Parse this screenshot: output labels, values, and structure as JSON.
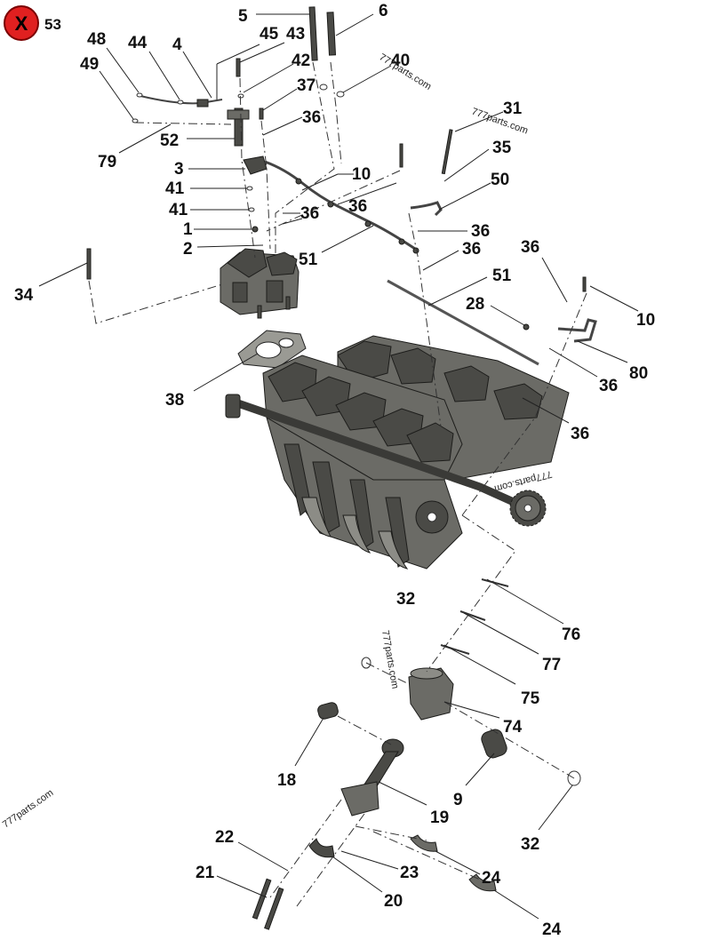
{
  "badge": {
    "symbol": "X",
    "number": "53",
    "color": "#e02020"
  },
  "watermark": "777parts.com",
  "callouts": [
    {
      "id": "c5",
      "text": "5"
    },
    {
      "id": "c6",
      "text": "6"
    },
    {
      "id": "c45",
      "text": "45"
    },
    {
      "id": "c43",
      "text": "43"
    },
    {
      "id": "c48",
      "text": "48"
    },
    {
      "id": "c44",
      "text": "44"
    },
    {
      "id": "c4",
      "text": "4"
    },
    {
      "id": "c42",
      "text": "42"
    },
    {
      "id": "c40",
      "text": "40"
    },
    {
      "id": "c49",
      "text": "49"
    },
    {
      "id": "c37",
      "text": "37"
    },
    {
      "id": "c36a",
      "text": "36"
    },
    {
      "id": "c31",
      "text": "31"
    },
    {
      "id": "c52",
      "text": "52"
    },
    {
      "id": "c35",
      "text": "35"
    },
    {
      "id": "c79",
      "text": "79"
    },
    {
      "id": "c3",
      "text": "3"
    },
    {
      "id": "c10a",
      "text": "10"
    },
    {
      "id": "c50",
      "text": "50"
    },
    {
      "id": "c41a",
      "text": "41"
    },
    {
      "id": "c41b",
      "text": "41"
    },
    {
      "id": "c36b",
      "text": "36"
    },
    {
      "id": "c36c",
      "text": "36"
    },
    {
      "id": "c36d",
      "text": "36"
    },
    {
      "id": "c1",
      "text": "1"
    },
    {
      "id": "c2",
      "text": "2"
    },
    {
      "id": "c36e",
      "text": "36"
    },
    {
      "id": "c51a",
      "text": "51"
    },
    {
      "id": "c36f",
      "text": "36"
    },
    {
      "id": "c51b",
      "text": "51"
    },
    {
      "id": "c34",
      "text": "34"
    },
    {
      "id": "c28",
      "text": "28"
    },
    {
      "id": "c10b",
      "text": "10"
    },
    {
      "id": "c80",
      "text": "80"
    },
    {
      "id": "c36g",
      "text": "36"
    },
    {
      "id": "c38",
      "text": "38"
    },
    {
      "id": "c36h",
      "text": "36"
    },
    {
      "id": "c32a",
      "text": "32"
    },
    {
      "id": "c76",
      "text": "76"
    },
    {
      "id": "c77",
      "text": "77"
    },
    {
      "id": "c75",
      "text": "75"
    },
    {
      "id": "c74",
      "text": "74"
    },
    {
      "id": "c18",
      "text": "18"
    },
    {
      "id": "c9",
      "text": "9"
    },
    {
      "id": "c19",
      "text": "19"
    },
    {
      "id": "c32b",
      "text": "32"
    },
    {
      "id": "c22",
      "text": "22"
    },
    {
      "id": "c23",
      "text": "23"
    },
    {
      "id": "c21",
      "text": "21"
    },
    {
      "id": "c24a",
      "text": "24"
    },
    {
      "id": "c20",
      "text": "20"
    },
    {
      "id": "c24b",
      "text": "24"
    }
  ]
}
